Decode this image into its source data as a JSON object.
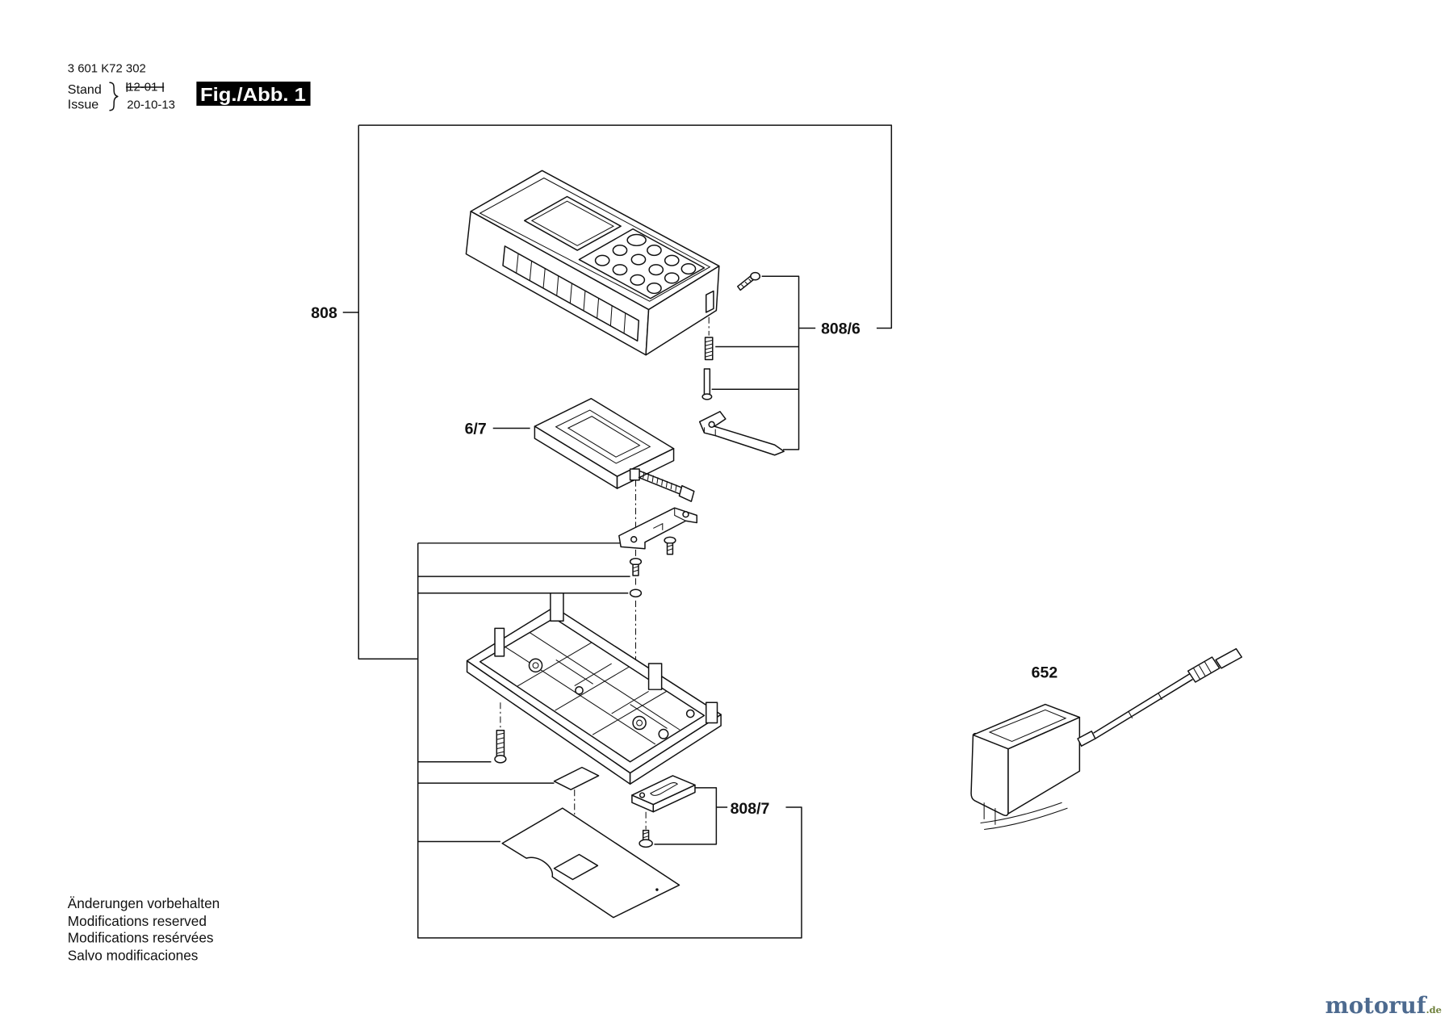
{
  "header": {
    "part_number": "3 601 K72 302",
    "stand_label": "Stand",
    "issue_label": "Issue",
    "date_old": "12-01",
    "date_new": "20-10-13",
    "figure": "Fig./Abb. 1"
  },
  "callouts": {
    "assembly_808": "808",
    "kit_808_6": "808/6",
    "battery_6_7": "6/7",
    "charger_652": "652",
    "kit_808_7": "808/7"
  },
  "notes": [
    "Änderungen vorbehalten",
    "Modifications reserved",
    "Modifications resérvées",
    "Salvo modificaciones"
  ],
  "watermark": {
    "name": "motoruf",
    "tld": ".de"
  },
  "colors": {
    "line": "#111111",
    "badge": "#000000",
    "badge_text": "#ffffff",
    "watermark_name": "#4d6a8f",
    "watermark_tld": "#6d7f3a"
  }
}
